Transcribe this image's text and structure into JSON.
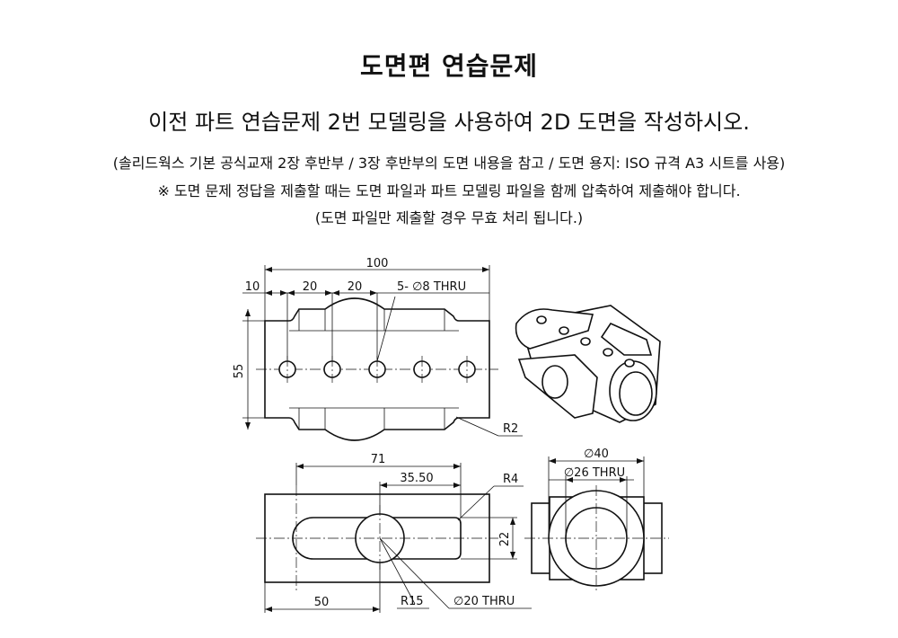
{
  "header": {
    "title": "도면편 연습문제",
    "subtitle": "이전 파트 연습문제 2번 모델링을 사용하여 2D 도면을 작성하시오.",
    "note1": "(솔리드웍스 기본 공식교재 2장 후반부 / 3장 후반부의 도면 내용을 참고 / 도면 용지: ISO 규격 A3 시트를 사용)",
    "note2": "※ 도면 문제 정답을 제출할 때는 도면 파일과 파트 모델링 파일을 함께 압축하여 제출해야 합니다.",
    "note3": "(도면 파일만 제출할 경우 무효 처리 됩니다.)"
  },
  "top_view": {
    "dim_overall": "100",
    "dim_edge": "10",
    "dim_pitch_1": "20",
    "dim_pitch_2": "20",
    "dim_holes": "5- ∅8 THRU",
    "dim_height": "55",
    "dim_fillet": "R2",
    "hole_count": 5
  },
  "front_view": {
    "dim_71": "71",
    "dim_3550": "35.50",
    "dim_r4": "R4",
    "dim_22": "22",
    "dim_50": "50",
    "dim_r15": "R15",
    "dim_bore": "∅20 THRU"
  },
  "side_view": {
    "dim_outer": "∅40",
    "dim_inner": "∅26 THRU"
  }
}
